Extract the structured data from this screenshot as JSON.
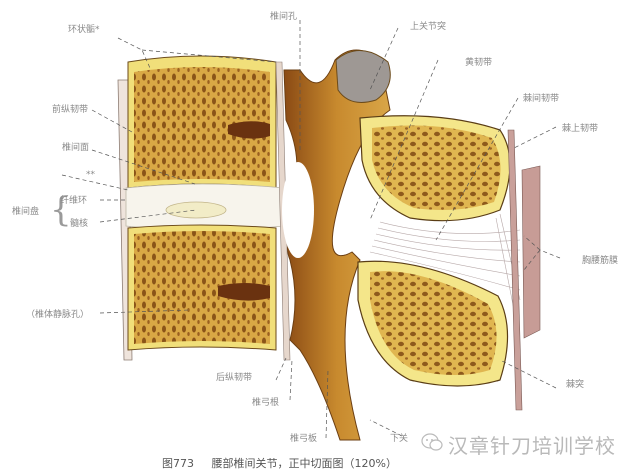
{
  "figure": {
    "caption_number": "图773",
    "caption_title": "腰部椎间关节，正中切面图（120%）",
    "watermark": "汉章针刀培训学校",
    "colors": {
      "bone_cancellous": "#c99a3a",
      "bone_cortex": "#f2e38a",
      "bone_dark": "#7a3e12",
      "disc": "#f6f3ea",
      "ligament": "#c99a8e",
      "cartilage": "#9a9494",
      "leader_line": "#555555",
      "label_text": "#8a8a8a"
    }
  },
  "labels": {
    "left": {
      "annular_epiphysis": "环状骺*",
      "anterior_longitudinal_ligament": "前纵韧带",
      "intervertebral_surface": "椎间面",
      "double_star": "**",
      "intervertebral_disc": "椎间盘",
      "annulus_fibrosus": "纤维环",
      "nucleus_pulposus": "髓核",
      "basivertebral_foramen": "（椎体静脉孔）"
    },
    "top": {
      "intervertebral_foramen": "椎间孔",
      "superior_articular_process": "上关节突",
      "ligamentum_flavum": "黄韧带",
      "interspinous_ligament": "棘间韧带",
      "supraspinous_ligament": "棘上韧带"
    },
    "right": {
      "thoracolumbar_fascia": "胸腰筋膜",
      "spinous_process": "棘突"
    },
    "bottom": {
      "posterior_longitudinal_ligament": "后纵韧带",
      "pedicle_1": "椎弓根",
      "pedicle_2": "椎弓板",
      "inferior_articular_process": "下关"
    }
  }
}
